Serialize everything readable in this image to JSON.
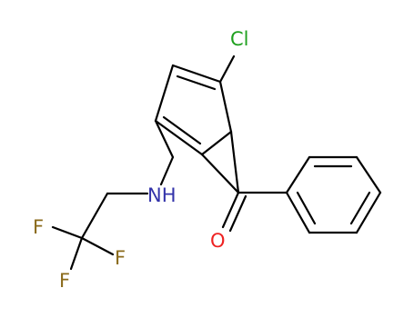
{
  "molecule": {
    "atoms": {
      "cl": {
        "label": "Cl",
        "color": "#1fa01f"
      },
      "nh": {
        "label": "NH",
        "color": "#3333aa"
      },
      "o": {
        "label": "O",
        "color": "#ee2222"
      },
      "f1": {
        "label": "F",
        "color": "#8a6a1a"
      },
      "f2": {
        "label": "F",
        "color": "#8a6a1a"
      },
      "f3": {
        "label": "F",
        "color": "#8a6a1a"
      }
    },
    "bond_color": "#000000"
  }
}
